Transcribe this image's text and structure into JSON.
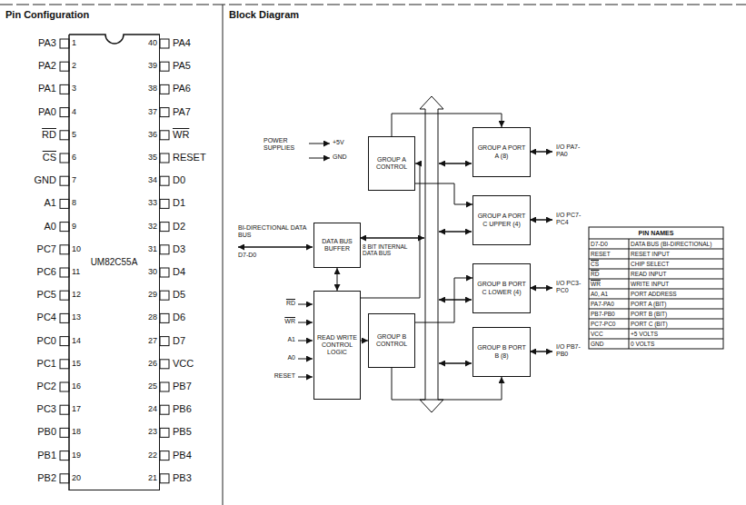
{
  "diagram": {
    "nodes": [
      {
        "text": [
          "UM82C55A"
        ]
      },
      {
        "text": [
          "GROUP A PORT A (8)"
        ]
      },
      {
        "text": [
          "GROUP A CONTROL"
        ]
      },
      {
        "text": [
          "GROUP A PORT C UPPER (4)"
        ]
      },
      {
        "text": [
          "DATA BUS BUFFER"
        ]
      },
      {
        "text": [
          "GROUP B PORT C LOWER (4)"
        ]
      },
      {
        "text": [
          "READ WRITE CONTROL LOGIC"
        ]
      },
      {
        "text": [
          "GROUP B CONTROL"
        ]
      },
      {
        "text": [
          "GROUP B PORT B (8)"
        ]
      }
    ],
    "edges": [
      {
        "from": 2,
        "to": 1,
        "arrow": "to"
      },
      {
        "from": 2,
        "to": 3,
        "arrow": "to"
      },
      {
        "from": 7,
        "to": 5,
        "arrow": "to"
      },
      {
        "from": 7,
        "to": 8,
        "arrow": "to"
      },
      {
        "from": 6,
        "to": 2,
        "arrow": "to"
      },
      {
        "from": 6,
        "to": 7,
        "arrow": "to"
      },
      {
        "from": 4,
        "to": 6,
        "arrow": "both"
      }
    ],
    "labels": [
      "Pin Configuration",
      "Block Diagram",
      "PA3",
      "PA2",
      "PA1",
      "PA0",
      "RD",
      "CS",
      "GND",
      "A1",
      "A0",
      "PC7",
      "PC6",
      "PC5",
      "PC4",
      "PC0",
      "PC1",
      "PC2",
      "PC3",
      "PB0",
      "PB1",
      "PB2",
      "1",
      "2",
      "3",
      "4",
      "5",
      "6",
      "7",
      "8",
      "9",
      "10",
      "11",
      "12",
      "13",
      "14",
      "15",
      "16",
      "17",
      "18",
      "19",
      "20",
      "PA4",
      "PA5",
      "PA6",
      "PA7",
      "WR",
      "RESET",
      "D0",
      "D1",
      "D2",
      "D3",
      "D4",
      "D5",
      "D6",
      "D7",
      "VCC",
      "PB7",
      "PB6",
      "PB5",
      "PB4",
      "PB3",
      "40",
      "39",
      "38",
      "37",
      "36",
      "35",
      "34",
      "33",
      "32",
      "31",
      "30",
      "29",
      "28",
      "27",
      "26",
      "25",
      "24",
      "23",
      "22",
      "21",
      "POWER SUPPLIES",
      "+5V",
      "GND",
      "BI-DIRECTIONAL DATA BUS",
      "D7-D0",
      "8 BIT INTERNAL DATA BUS",
      "RD",
      "WR",
      "A1",
      "A0",
      "RESET",
      "I/O PA7-PA0",
      "I/O PC7-PC4",
      "I/O PC3-PC0",
      "I/O PB7-PB0",
      "PIN NAMES",
      "D7-D0",
      "DATA BUS (BI-DIRECTIONAL)",
      "RESET",
      "RESET INPUT",
      "CS",
      "CHIP SELECT",
      "RD",
      "READ INPUT",
      "WR",
      "WRITE INPUT",
      "A0, A1",
      "PORT ADDRESS",
      "PA7-PA0",
      "PORT A (BIT)",
      "PB7-PB0",
      "PORT B (BIT)",
      "PC7-PC0",
      "PORT C (BIT)",
      "VCC",
      "+5 VOLTS",
      "GND",
      "0 VOLTS"
    ]
  }
}
